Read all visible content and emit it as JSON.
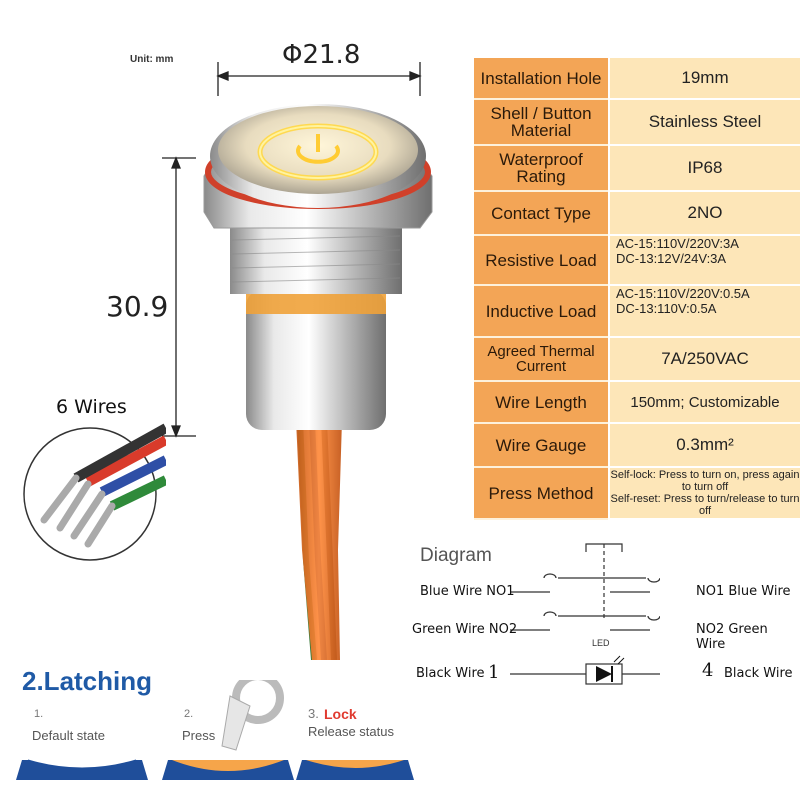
{
  "dimensions": {
    "unit": "Unit: mm",
    "diameter": "Φ21.8",
    "height": "30.9",
    "wires": "6 Wires"
  },
  "specs": [
    {
      "label": "Installation Hole",
      "value": [
        "19mm"
      ]
    },
    {
      "label": "Shell / Button Material",
      "value": [
        "Stainless Steel"
      ]
    },
    {
      "label": "Waterproof Rating",
      "value": [
        "IP68"
      ]
    },
    {
      "label": "Contact Type",
      "value": [
        "2NO"
      ]
    },
    {
      "label": "Resistive Load",
      "value": [
        "AC-15:110V/220V:3A",
        "DC-13:12V/24V:3A"
      ]
    },
    {
      "label": "Inductive Load",
      "value": [
        "AC-15:110V/220V:0.5A",
        "DC-13:110V:0.5A"
      ]
    },
    {
      "label": "Agreed Thermal Current",
      "value": [
        "7A/250VAC"
      ]
    },
    {
      "label": "Wire Length",
      "value": [
        "150mm; Customizable"
      ]
    },
    {
      "label": "Wire Gauge",
      "value": [
        "0.3mm²"
      ]
    },
    {
      "label": "Press Method",
      "value": [
        "Self-lock: Press to turn on, press again to turn off",
        "Self-reset: Press to turn/release to turn off"
      ]
    }
  ],
  "diagram": {
    "title": "Diagram",
    "led_label": "LED",
    "left": [
      "Blue Wire NO1",
      "Green Wire NO2",
      "Black Wire"
    ],
    "right": [
      "NO1 Blue Wire",
      "NO2 Green Wire",
      "Black Wire"
    ],
    "pin_left": "1",
    "pin_right": "4"
  },
  "latching": {
    "title": "2.Latching",
    "steps": [
      {
        "num": "1.",
        "text": "Default state"
      },
      {
        "num": "2.",
        "text": "Press"
      },
      {
        "num": "3.",
        "word": "Lock",
        "text": "Release status"
      }
    ]
  },
  "colors": {
    "label_cell": "#f3a556",
    "value_cell": "#fde6b8",
    "latch_blue": "#1f5aa6",
    "lock_red": "#e03a2f",
    "led_glow": "#ffd84a"
  }
}
